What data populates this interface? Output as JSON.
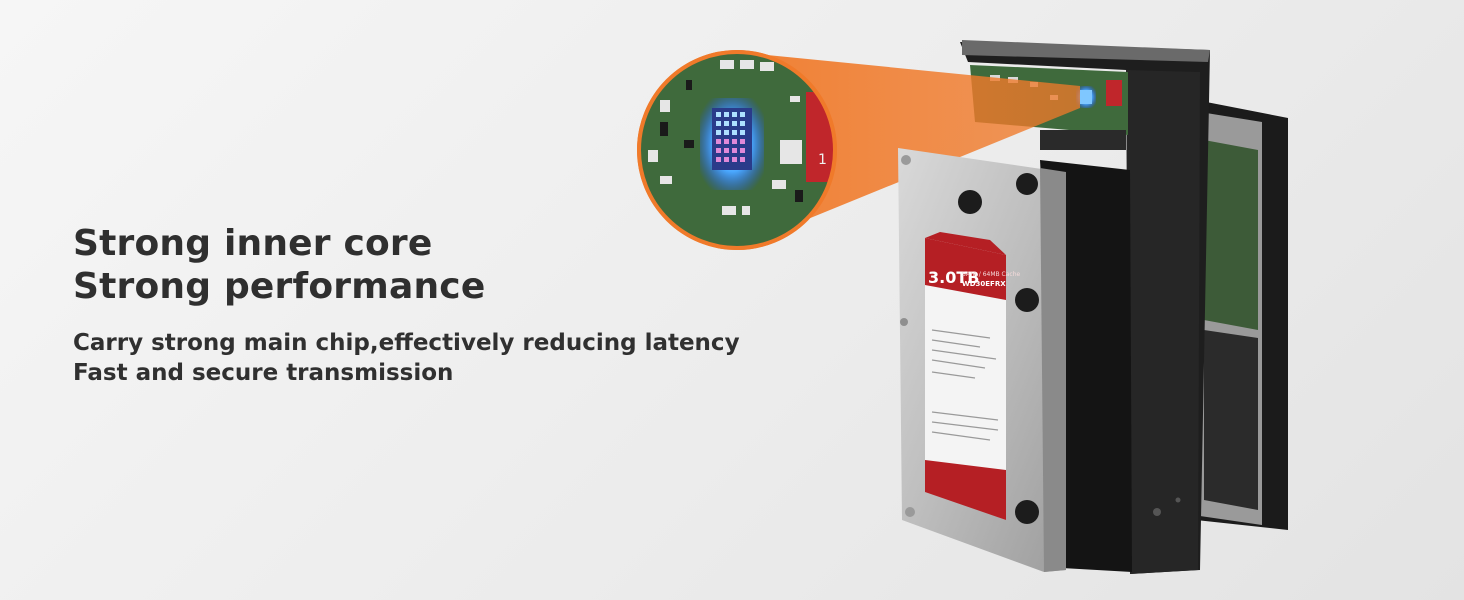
{
  "headline": {
    "line1": "Strong inner core",
    "line2": "Strong performance"
  },
  "subtext": {
    "line1": "Carry strong main chip,effectively reducing latency",
    "line2": "Fast and secure transmission"
  },
  "drive_label": {
    "capacity": "3.0TB",
    "model_line1": "SATA / 64MB Cache",
    "model_line2": "WD30EFRX"
  },
  "connector_number": "1",
  "colors": {
    "text": "#2f2f2f",
    "beam_orange": "#f07a2a",
    "pcb_green": "#3f6a3c",
    "chip_glow": "#4aa8ff",
    "label_red": "#b51f24",
    "enclosure_black": "#1e1e1e"
  }
}
